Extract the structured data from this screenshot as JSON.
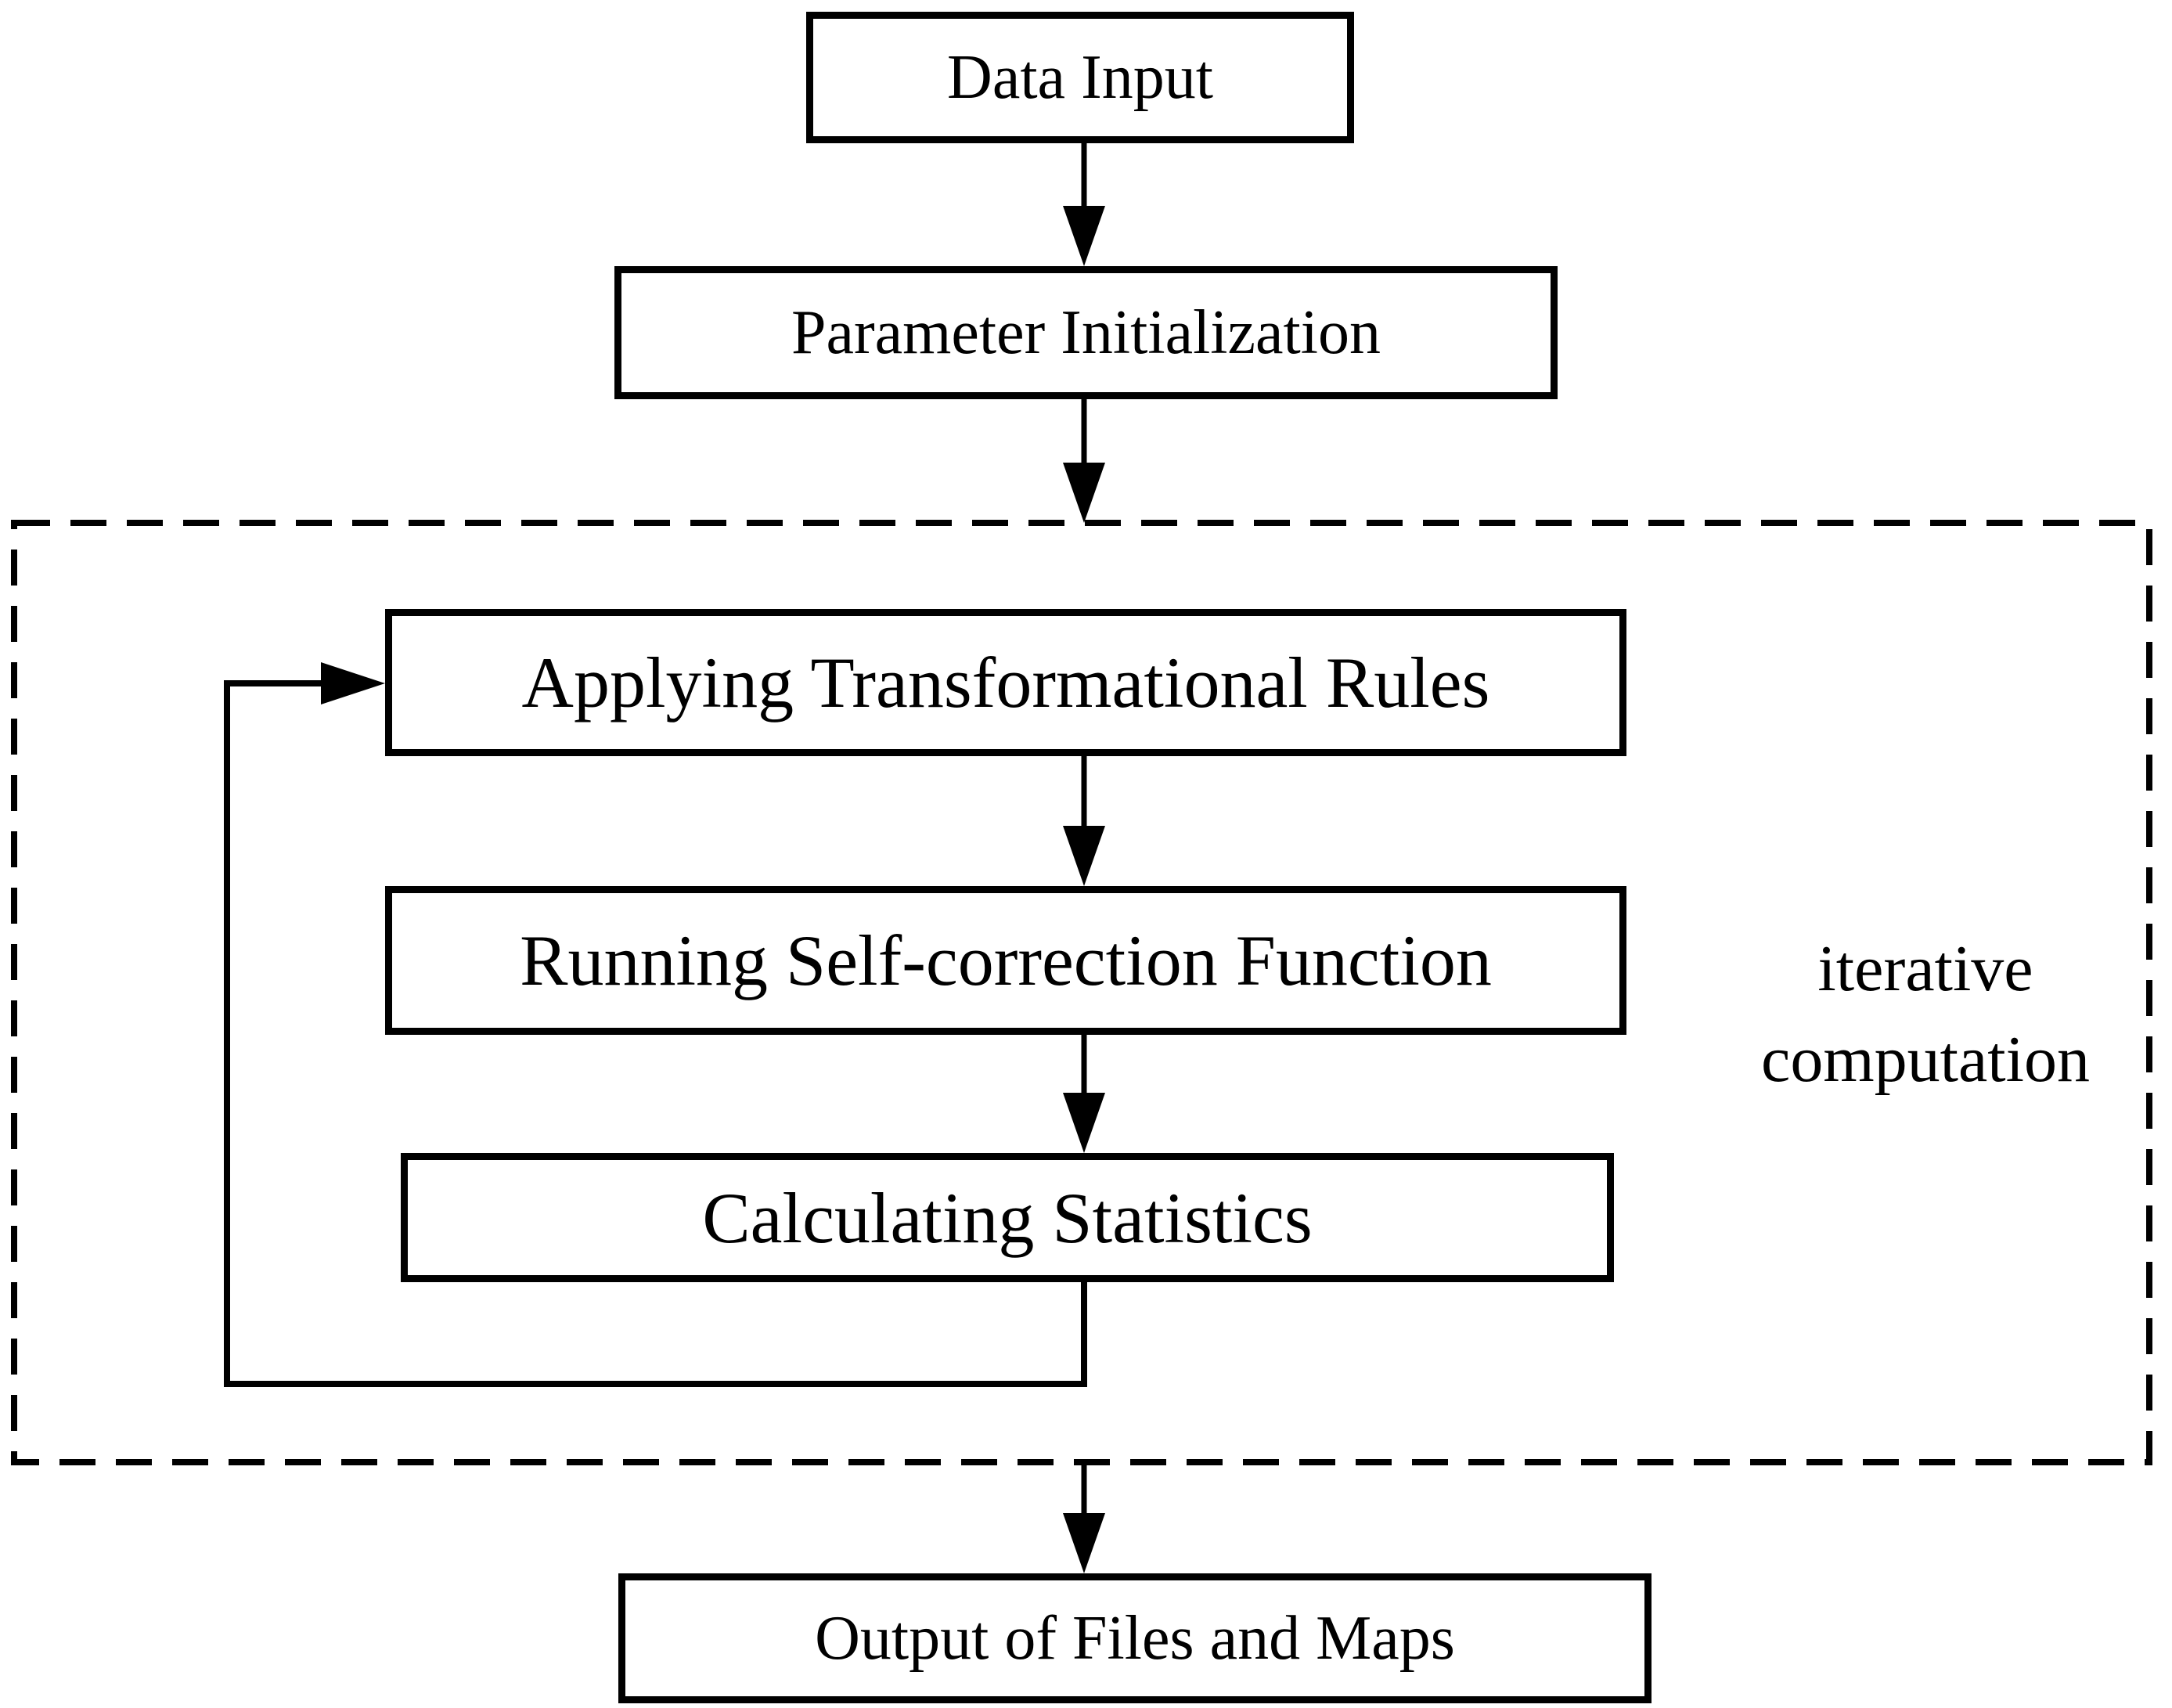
{
  "figure": {
    "type": "flowchart",
    "background_color": "#ffffff",
    "line_color": "#000000",
    "box_fill_color": "#ffffff",
    "nodes": [
      {
        "id": "data-input",
        "label": "Data Input"
      },
      {
        "id": "parameter-initialization",
        "label": "Parameter Initialization"
      },
      {
        "id": "applying-transformational-rules",
        "label": "Applying Transformational Rules"
      },
      {
        "id": "running-self-correction-function",
        "label": "Running Self-correction Function"
      },
      {
        "id": "calculating-statistics",
        "label": "Calculating Statistics"
      },
      {
        "id": "output-of-files-and-maps",
        "label": "Output of Files and Maps"
      }
    ],
    "group": {
      "id": "iterative-computation-group",
      "label": "iterative\ncomputation",
      "boundary_style": "dashed"
    },
    "edges": [
      {
        "from": "data-input",
        "to": "parameter-initialization",
        "style": "arrow"
      },
      {
        "from": "parameter-initialization",
        "to": "iterative-computation-group",
        "style": "arrow"
      },
      {
        "from": "applying-transformational-rules",
        "to": "running-self-correction-function",
        "style": "arrow"
      },
      {
        "from": "running-self-correction-function",
        "to": "calculating-statistics",
        "style": "arrow"
      },
      {
        "from": "calculating-statistics",
        "to": "applying-transformational-rules",
        "style": "feedback-loop-arrow"
      },
      {
        "from": "iterative-computation-group",
        "to": "output-of-files-and-maps",
        "style": "arrow"
      }
    ]
  }
}
